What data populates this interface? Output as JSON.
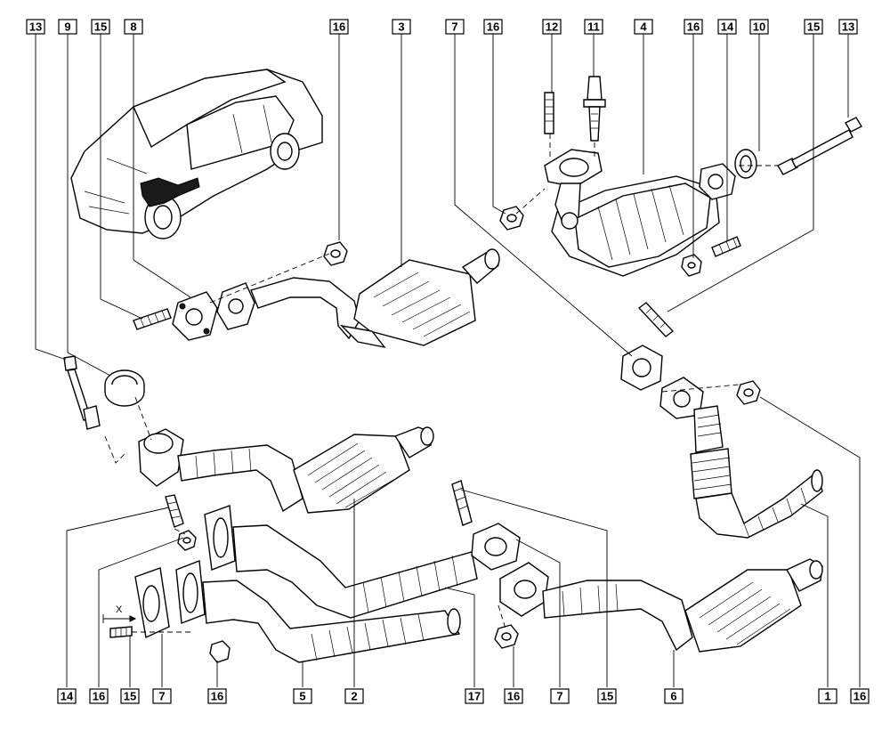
{
  "callouts": [
    {
      "id": "c1",
      "label": "13"
    },
    {
      "id": "c2",
      "label": "9"
    },
    {
      "id": "c3",
      "label": "15"
    },
    {
      "id": "c4",
      "label": "8"
    },
    {
      "id": "c5",
      "label": "16"
    },
    {
      "id": "c6",
      "label": "3"
    },
    {
      "id": "c7",
      "label": "7"
    },
    {
      "id": "c8",
      "label": "16"
    },
    {
      "id": "c9",
      "label": "12"
    },
    {
      "id": "c10",
      "label": "11"
    },
    {
      "id": "c11",
      "label": "4"
    },
    {
      "id": "c12",
      "label": "16"
    },
    {
      "id": "c13",
      "label": "14"
    },
    {
      "id": "c14",
      "label": "10"
    },
    {
      "id": "c15",
      "label": "15"
    },
    {
      "id": "c16",
      "label": "13"
    },
    {
      "id": "c17",
      "label": "14"
    },
    {
      "id": "c18",
      "label": "16"
    },
    {
      "id": "c19",
      "label": "15"
    },
    {
      "id": "c20",
      "label": "7"
    },
    {
      "id": "c21",
      "label": "16"
    },
    {
      "id": "c22",
      "label": "5"
    },
    {
      "id": "c23",
      "label": "2"
    },
    {
      "id": "c24",
      "label": "17"
    },
    {
      "id": "c25",
      "label": "16"
    },
    {
      "id": "c26",
      "label": "7"
    },
    {
      "id": "c27",
      "label": "15"
    },
    {
      "id": "c28",
      "label": "6"
    },
    {
      "id": "c29",
      "label": "1"
    },
    {
      "id": "c30",
      "label": "16"
    }
  ],
  "dimension_label": "X"
}
